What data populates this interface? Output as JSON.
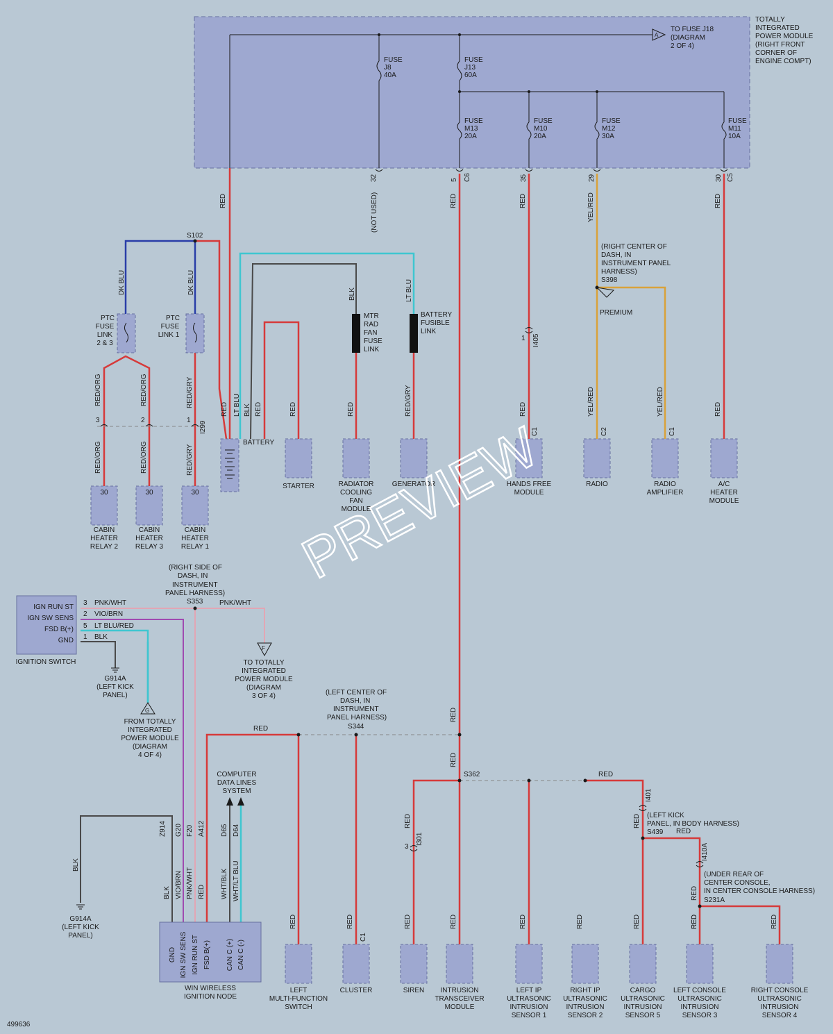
{
  "colors": {
    "background": "#b9c8d4",
    "module_fill": "#9ea8d0",
    "red_wire": "#d63a3a",
    "dk_blu_wire": "#2a3ea8",
    "lt_blu_wire": "#3fc6d0",
    "blk_wire": "#4a4a4a",
    "yel_red_wire": "#d9a23a",
    "pnk_wht_wire": "#e2a6b4",
    "vio_brn_wire": "#a04ab0"
  },
  "tipm": {
    "label": "TOTALLY INTEGRATED POWER MODULE (RIGHT FRONT CORNER OF ENGINE COMPT)",
    "label_lines": [
      "TOTALLY",
      "INTEGRATED",
      "POWER MODULE",
      "(RIGHT FRONT",
      "CORNER OF",
      "ENGINE COMPT)"
    ],
    "to_fuse_lines": [
      "TO FUSE J18",
      "(DIAGRAM",
      "2 OF 4)"
    ],
    "to_fuse_ref": "A",
    "fuses": [
      {
        "lines": [
          "FUSE",
          "J8",
          "40A"
        ]
      },
      {
        "lines": [
          "FUSE",
          "J13",
          "60A"
        ]
      },
      {
        "lines": [
          "FUSE",
          "M13",
          "20A"
        ]
      },
      {
        "lines": [
          "FUSE",
          "M10",
          "20A"
        ]
      },
      {
        "lines": [
          "FUSE",
          "M12",
          "30A"
        ]
      },
      {
        "lines": [
          "FUSE",
          "M11",
          "10A"
        ]
      }
    ],
    "pins": [
      "32",
      "5",
      "C6",
      "35",
      "29",
      "30",
      "C5"
    ]
  },
  "wires": {
    "red": "RED",
    "not_used": "(NOT USED)",
    "yel_red": "YEL/RED",
    "dk_blu": "DK BLU",
    "blk": "BLK",
    "lt_blu": "LT BLU",
    "red_org": "RED/ORG",
    "red_gry": "RED/GRY",
    "pnk_wht": "PNK/WHT",
    "vio_brn": "VIO/BRN",
    "lt_blu_red": "LT BLU/RED",
    "wht_blk": "WHT/BLK",
    "wht_lt_blu": "WHT/LT BLU"
  },
  "splices": {
    "s102": "S102",
    "s398_lines": [
      "(RIGHT CENTER OF",
      "DASH, IN",
      "INSTRUMENT PANEL",
      "HARNESS)",
      "S398"
    ],
    "premium": "PREMIUM",
    "s353_lines": [
      "(RIGHT SIDE OF",
      "DASH, IN",
      "INSTRUMENT",
      "PANEL HARNESS)",
      "S353"
    ],
    "s344_lines": [
      "(LEFT CENTER OF",
      "DASH, IN",
      "INSTRUMENT",
      "PANEL HARNESS)",
      "S344"
    ],
    "s362": "S362",
    "s439_lines": [
      "(LEFT KICK",
      "PANEL, IN BODY HARNESS)",
      "S439"
    ],
    "s231a_lines": [
      "(UNDER REAR OF",
      "CENTER CONSOLE,",
      "IN CENTER CONSOLE HARNESS)",
      "S231A"
    ]
  },
  "connectors": {
    "i299": "I299",
    "i405": "I405",
    "i301": "I301",
    "i401": "I401",
    "i410a": "I410A",
    "c1": "C1",
    "c2": "C2"
  },
  "fuse_links": {
    "ptc2": [
      "PTC",
      "FUSE",
      "LINK",
      "2 & 3"
    ],
    "ptc1": [
      "PTC",
      "FUSE",
      "LINK 1"
    ],
    "mtr": [
      "MTR",
      "RAD",
      "FAN",
      "FUSE",
      "LINK"
    ],
    "battery": [
      "BATTERY",
      "FUSIBLE",
      "LINK"
    ]
  },
  "components": {
    "battery": "BATTERY",
    "starter": "STARTER",
    "radiator_fan": [
      "RADIATOR",
      "COOLING",
      "FAN",
      "MODULE"
    ],
    "generator": "GENERATOR",
    "hands_free": [
      "HANDS FREE",
      "MODULE"
    ],
    "radio": "RADIO",
    "radio_amp": [
      "RADIO",
      "AMPLIFIER"
    ],
    "ac_heater": [
      "A/C",
      "HEATER",
      "MODULE"
    ],
    "relay2": [
      "CABIN",
      "HEATER",
      "RELAY 2"
    ],
    "relay3": [
      "CABIN",
      "HEATER",
      "RELAY 3"
    ],
    "relay1": [
      "CABIN",
      "HEATER",
      "RELAY 1"
    ],
    "relay_pin": "30",
    "ignition_switch": "IGNITION SWITCH",
    "ign_pins": [
      {
        "label": "IGN RUN ST",
        "pin": "3"
      },
      {
        "label": "IGN SW SENS",
        "pin": "2"
      },
      {
        "label": "FSD B(+)",
        "pin": "5"
      },
      {
        "label": "GND",
        "pin": "1"
      }
    ],
    "g914a_lines": [
      "G914A",
      "(LEFT KICK",
      "PANEL)"
    ],
    "to_tipm3_lines": [
      "TO TOTALLY",
      "INTEGRATED",
      "POWER MODULE",
      "(DIAGRAM",
      "3 OF 4)"
    ],
    "to_tipm3_ref": "F",
    "from_tipm4_lines": [
      "FROM TOTALLY",
      "INTEGRATED",
      "POWER MODULE",
      "(DIAGRAM",
      "4 OF 4)"
    ],
    "from_tipm4_ref": "G",
    "cdl_lines": [
      "COMPUTER",
      "DATA LINES",
      "SYSTEM"
    ],
    "win": [
      "WIN WIRELESS",
      "IGNITION NODE"
    ],
    "win_pins": [
      "GND",
      "IGN SW SENS",
      "IGN RUN ST",
      "FSD B(+)",
      "CAN C (+)",
      "CAN C (-)"
    ],
    "win_circuits": [
      "Z914",
      "G20",
      "F20",
      "A412",
      "D65",
      "D64"
    ],
    "left_mfs": [
      "LEFT",
      "MULTI-FUNCTION",
      "SWITCH"
    ],
    "cluster": "CLUSTER",
    "siren": "SIREN",
    "intrusion_transceiver": [
      "INTRUSION",
      "TRANSCEIVER",
      "MODULE"
    ],
    "left_ip": [
      "LEFT IP",
      "ULTRASONIC",
      "INTRUSION",
      "SENSOR 1"
    ],
    "right_ip": [
      "RIGHT IP",
      "ULTRASONIC",
      "INTRUSION",
      "SENSOR 2"
    ],
    "cargo": [
      "CARGO",
      "ULTRASONIC",
      "INTRUSION",
      "SENSOR 5"
    ],
    "left_console": [
      "LEFT CONSOLE",
      "ULTRASONIC",
      "INTRUSION",
      "SENSOR 3"
    ],
    "right_console": [
      "RIGHT CONSOLE",
      "ULTRASONIC",
      "INTRUSION",
      "SENSOR 4"
    ]
  },
  "watermark": "PREVIEW",
  "figure_id": "499636"
}
